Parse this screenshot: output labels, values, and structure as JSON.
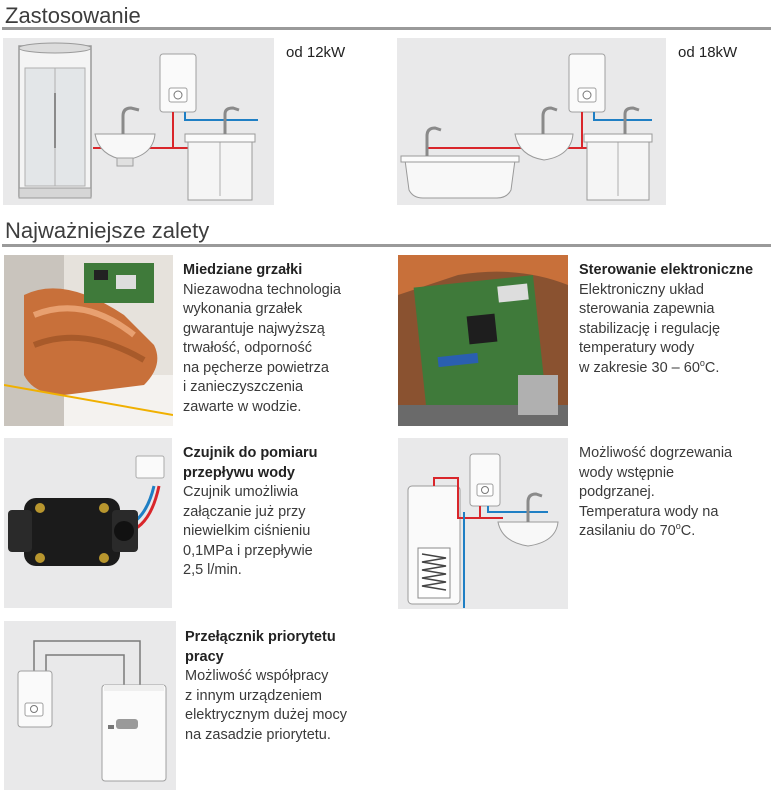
{
  "applications": {
    "title": "Zastosowanie",
    "panel1_label": "od 12kW",
    "panel2_label": "od 18kW"
  },
  "advantages": {
    "title": "Najważniejsze zalety",
    "features": [
      {
        "title_lines": [
          "Miedziane grzałki"
        ],
        "body_lines": [
          "Niezawodna technologia",
          "wykonania grzałek",
          "gwarantuje najwyższą",
          "trwałość, odporność",
          "na pęcherze powietrza",
          "i zanieczyszczenia",
          "zawarte w wodzie."
        ]
      },
      {
        "title_lines": [
          "Sterowanie elektroniczne"
        ],
        "body_lines": [
          "Elektroniczny układ",
          "sterowania zapewnia",
          "stabilizację i regulację",
          "temperatury wody",
          "w zakresie 30 – 60",
          "C."
        ]
      },
      {
        "title_lines": [
          "Czujnik do pomiaru",
          "przepływu wody"
        ],
        "body_lines": [
          "Czujnik umożliwia",
          "załączanie już przy",
          "niewielkim ciśnieniu",
          "0,1MPa i przepływie",
          "2,5 l/min."
        ]
      },
      {
        "title_lines": [],
        "body_lines": [
          "Możliwość dogrzewania",
          "wody wstępnie",
          "podgrzanej.",
          "Temperatura wody na",
          "zasilaniu do 70",
          "C."
        ]
      },
      {
        "title_lines": [
          "Przełącznik priorytetu",
          "pracy"
        ],
        "body_lines": [
          "Możliwość współpracy",
          "z innym urządzeniem",
          "elektrycznym dużej mocy",
          "na zasadzie priorytetu."
        ]
      }
    ],
    "degree_symbol": "o"
  },
  "colors": {
    "panel_bg": "#e9e9ea",
    "rule": "#9a9a9a",
    "hot_pipe": "#d9262b",
    "cold_pipe": "#1f7fc4",
    "copper": "#c8703a",
    "pcb_green": "#3f7a3a"
  }
}
